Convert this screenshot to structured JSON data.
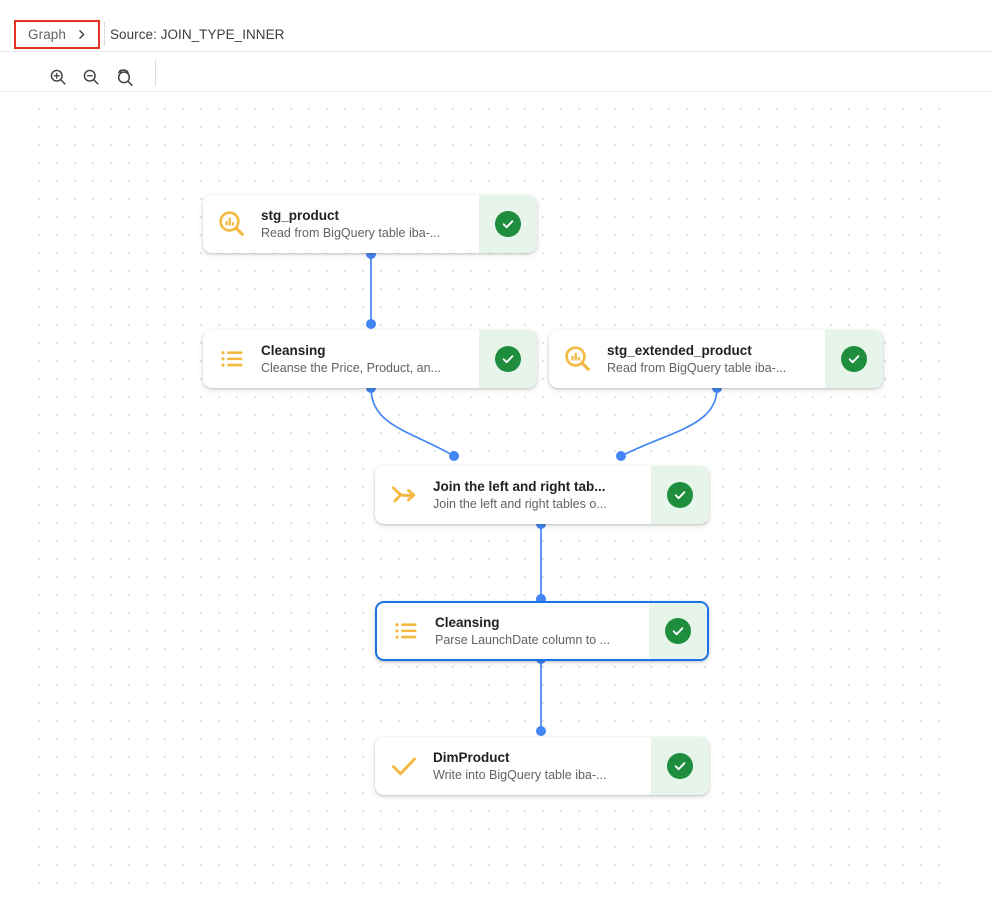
{
  "header": {
    "breadcrumb_label": "Graph",
    "breadcrumb_icon": "chevron-right-icon",
    "source_text": "Source: JOIN_TYPE_INNER",
    "highlight_color": "#e53320"
  },
  "toolbar": {
    "zoom_in_label": "zoom-in",
    "zoom_out_label": "zoom-out",
    "zoom_reset_label": "zoom-reset"
  },
  "canvas": {
    "accent_edge_color": "#4285f4",
    "node_icon_color": "#f4b942",
    "status_ok_color": "#1e8e3e",
    "status_ok_bg": "#e6f4ea",
    "selected_border_color": "#1a73e8"
  },
  "nodes": [
    {
      "id": "stg_product",
      "title": "stg_product",
      "subtitle": "Read from BigQuery table iba-...",
      "icon": "source-query-icon",
      "status": "check-circle-icon",
      "selected": false
    },
    {
      "id": "cleansing_1",
      "title": "Cleansing",
      "subtitle": "Cleanse the Price, Product, an...",
      "icon": "list-icon",
      "status": "check-circle-icon",
      "selected": false
    },
    {
      "id": "stg_extended_product",
      "title": "stg_extended_product",
      "subtitle": "Read from BigQuery table iba-...",
      "icon": "source-query-icon",
      "status": "check-circle-icon",
      "selected": false
    },
    {
      "id": "join",
      "title": "Join the left and right tab...",
      "subtitle": "Join the left and right tables o...",
      "icon": "join-merge-icon",
      "status": "check-circle-icon",
      "selected": false
    },
    {
      "id": "cleansing_2",
      "title": "Cleansing",
      "subtitle": "Parse LaunchDate column to ...",
      "icon": "list-icon",
      "status": "check-circle-icon",
      "selected": true
    },
    {
      "id": "dimproduct",
      "title": "DimProduct",
      "subtitle": "Write into BigQuery table iba-...",
      "icon": "check-icon",
      "status": "check-circle-icon",
      "selected": false
    }
  ]
}
